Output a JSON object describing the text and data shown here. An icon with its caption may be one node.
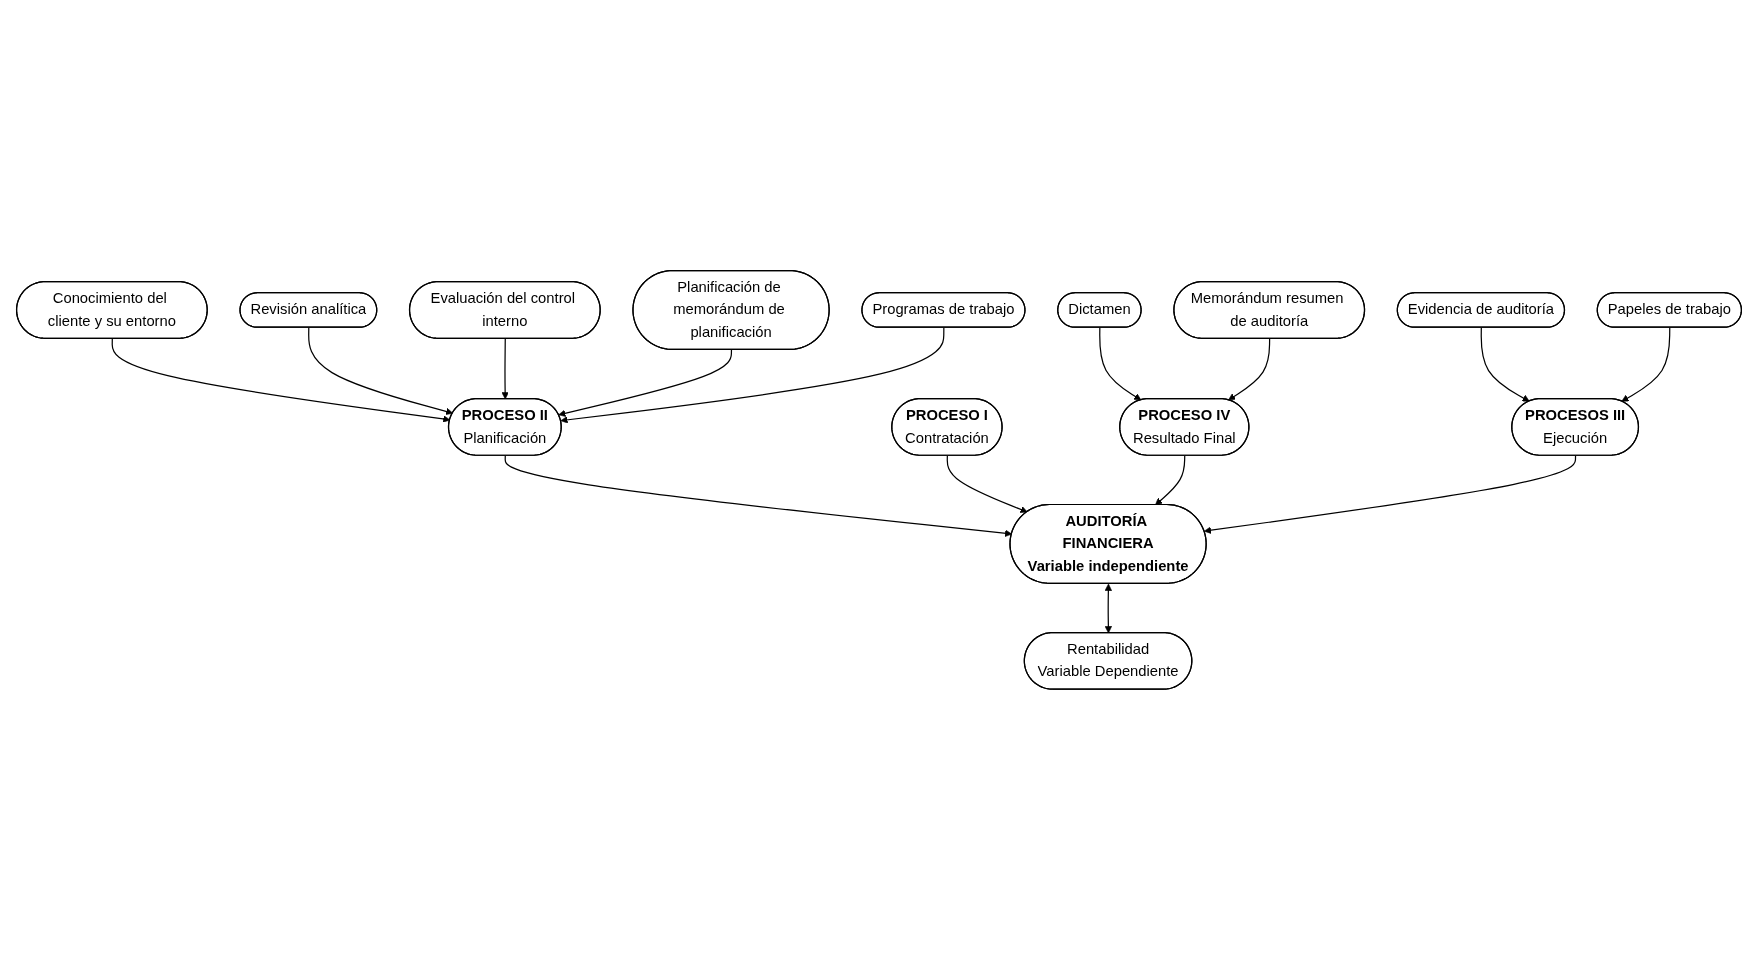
{
  "diagram": {
    "nodes": [
      {
        "text": [
          "Conocimiento del cliente y su entorno"
        ]
      },
      {
        "text": [
          "PROCESO I",
          "Contratación"
        ]
      },
      {
        "text": [
          "Dictamen"
        ]
      },
      {
        "text": [
          "PROCESO IV",
          "Resultado Final"
        ]
      },
      {
        "text": [
          "Revisión analítica"
        ]
      },
      {
        "text": [
          "Memorándum resumen de auditoría"
        ]
      },
      {
        "text": [
          "PROCESO II",
          "Planificación"
        ]
      },
      {
        "text": [
          "AUDITORÍA FINANCIERA",
          "Variable independiente"
        ]
      },
      {
        "text": [
          "Rentabilidad",
          "Variable Dependiente"
        ]
      },
      {
        "text": [
          "Evaluación del control interno"
        ]
      },
      {
        "text": [
          "Evidencia de auditoría"
        ]
      },
      {
        "text": [
          "Planificación de memorándum de planificación"
        ]
      },
      {
        "text": [
          "Programas de trabajo"
        ]
      },
      {
        "text": [
          "PROCESOS III",
          "Ejecución"
        ]
      },
      {
        "text": [
          "Papeles de trabajo"
        ]
      }
    ],
    "edges": [
      {
        "from": 0,
        "to": 6,
        "arrow": "to"
      },
      {
        "from": 4,
        "to": 6,
        "arrow": "to"
      },
      {
        "from": 9,
        "to": 6,
        "arrow": "to"
      },
      {
        "from": 11,
        "to": 6,
        "arrow": "to"
      },
      {
        "from": 12,
        "to": 6,
        "arrow": "to"
      },
      {
        "from": 6,
        "to": 7,
        "arrow": "to"
      },
      {
        "from": 1,
        "to": 7,
        "arrow": "to"
      },
      {
        "from": 2,
        "to": 3,
        "arrow": "to"
      },
      {
        "from": 5,
        "to": 3,
        "arrow": "to"
      },
      {
        "from": 3,
        "to": 7,
        "arrow": "to"
      },
      {
        "from": 7,
        "to": 8,
        "arrow": "both"
      },
      {
        "from": 13,
        "to": 7,
        "arrow": "to"
      },
      {
        "from": 10,
        "to": 13,
        "arrow": "to"
      },
      {
        "from": 14,
        "to": 13,
        "arrow": "to"
      }
    ]
  }
}
